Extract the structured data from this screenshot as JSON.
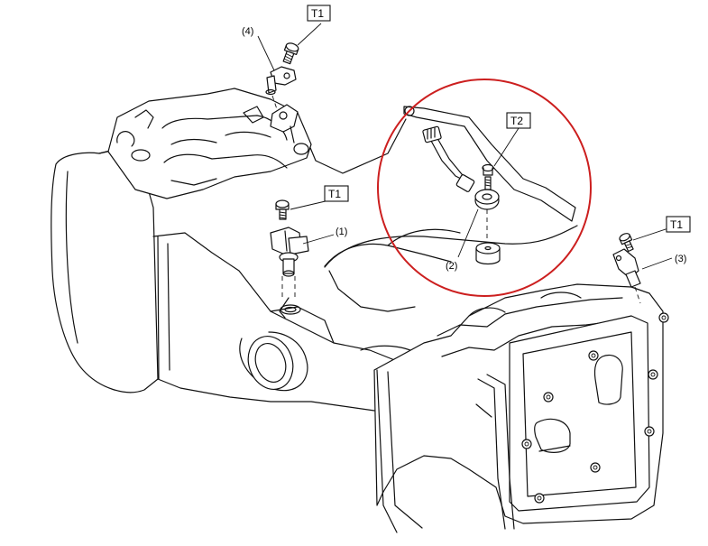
{
  "diagram": {
    "callouts": {
      "c1": "(1)",
      "c2": "(2)",
      "c3": "(3)",
      "c4": "(4)"
    },
    "torque_labels": {
      "t1_top": "T1",
      "t1_mid": "T1",
      "t1_right": "T1",
      "t2": "T2"
    },
    "highlight_color": "#cc1f1f"
  }
}
